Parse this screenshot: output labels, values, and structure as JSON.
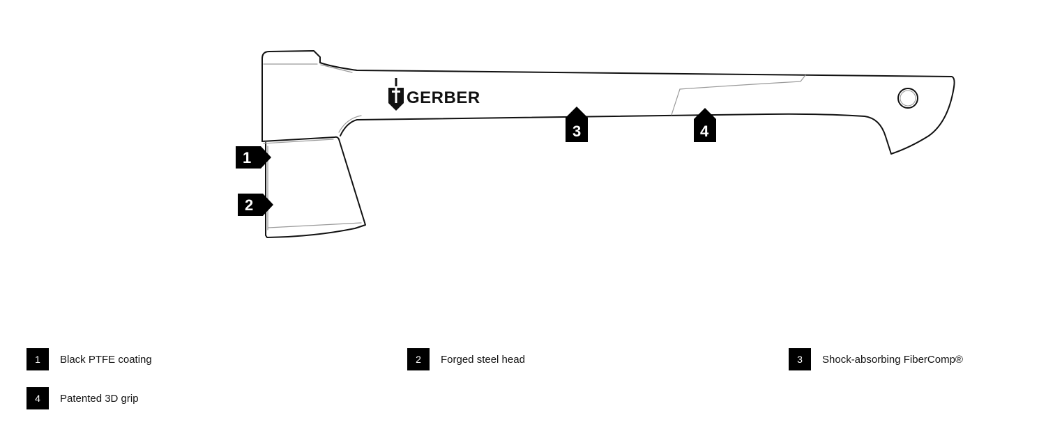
{
  "diagram": {
    "brand": "GERBER",
    "markers": [
      "1",
      "2",
      "3",
      "4"
    ]
  },
  "legend": [
    {
      "number": "1",
      "label": "Black PTFE coating"
    },
    {
      "number": "2",
      "label": "Forged steel head"
    },
    {
      "number": "3",
      "label": "Shock-absorbing FiberComp®"
    },
    {
      "number": "4",
      "label": "Patented 3D grip"
    }
  ],
  "colors": {
    "ink": "#000000",
    "line": "#111111",
    "detail": "#999999",
    "background": "#ffffff"
  }
}
